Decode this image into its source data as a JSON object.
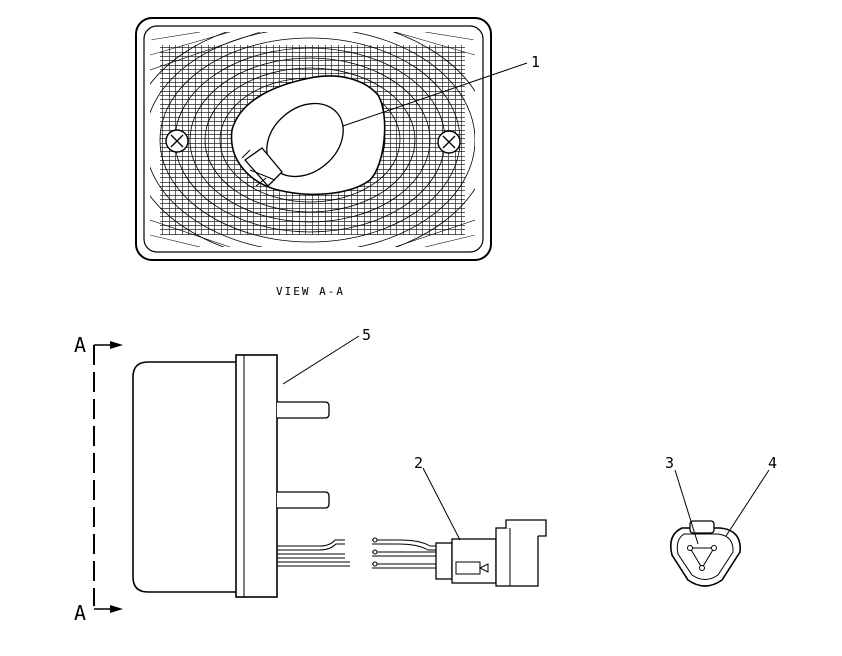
{
  "view_caption": "VIEW A-A",
  "section_marks": {
    "top": "A",
    "bottom": "A"
  },
  "callouts": {
    "c1": "1",
    "c2": "2",
    "c3": "3",
    "c4": "4",
    "c5": "5"
  }
}
